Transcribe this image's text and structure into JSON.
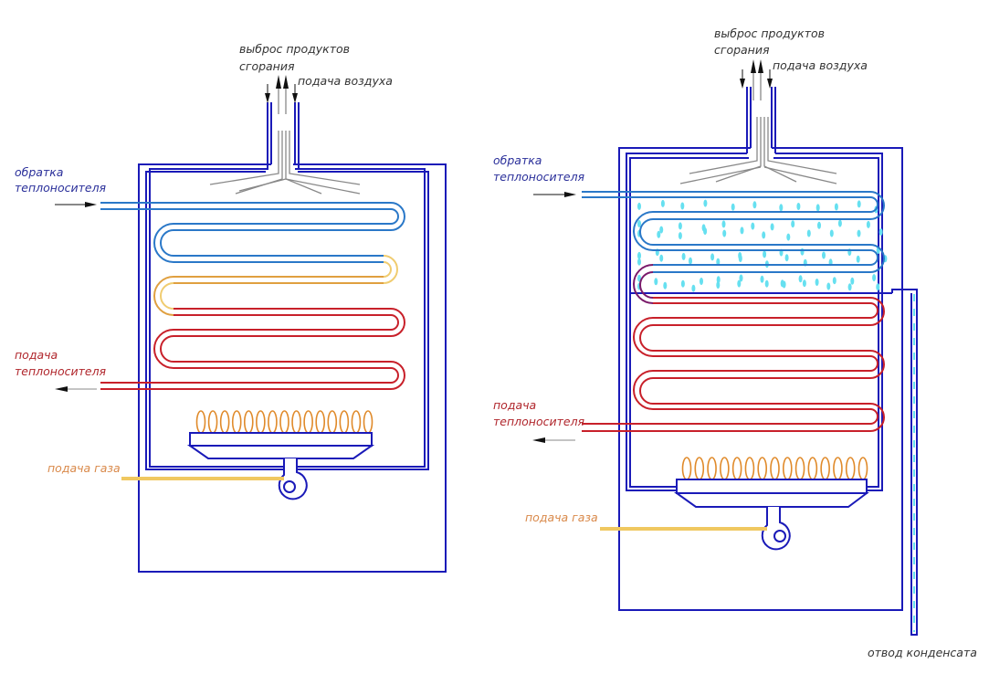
{
  "diagrams": [
    {
      "id": "conventional-boiler",
      "labels": {
        "exhaust_line1": "выброс продуктов",
        "exhaust_line2": "сгорания",
        "air_supply": "подача воздуха",
        "return_line1": "обратка",
        "return_line2": "теплоносителя",
        "supply_line1": "подача",
        "supply_line2": "теплоносителя",
        "gas_supply": "подача газа"
      },
      "coil_segments": [
        "cold",
        "cold",
        "warm",
        "hot",
        "hot",
        "hot"
      ],
      "burner_flames": 15
    },
    {
      "id": "condensing-boiler",
      "labels": {
        "exhaust_line1": "выброс продуктов",
        "exhaust_line2": "сгорания",
        "air_supply": "подача воздуха",
        "return_line1": "обратка",
        "return_line2": "теплоносителя",
        "supply_line1": "подача",
        "supply_line2": "теплоносителя",
        "gas_supply": "подача газа",
        "condensate_drain": "отвод конденсата"
      },
      "coil_segments": [
        "cold",
        "cold",
        "cold",
        "transition",
        "hot",
        "hot"
      ],
      "burner_flames": 15
    }
  ],
  "colors": {
    "casing": "#1a1ab8",
    "flue_gas": "#888888",
    "cold_coil": "#2a78c8",
    "warm_coil": "#e0a040",
    "warm_coil_light": "#f0cc70",
    "hot_coil": "#c8202a",
    "transition_coil": "#7a1a6a",
    "flame": "#e08a2a",
    "gas_pipe": "#f0c860",
    "condensate": "#66e0f0",
    "arrow": "#111111"
  }
}
